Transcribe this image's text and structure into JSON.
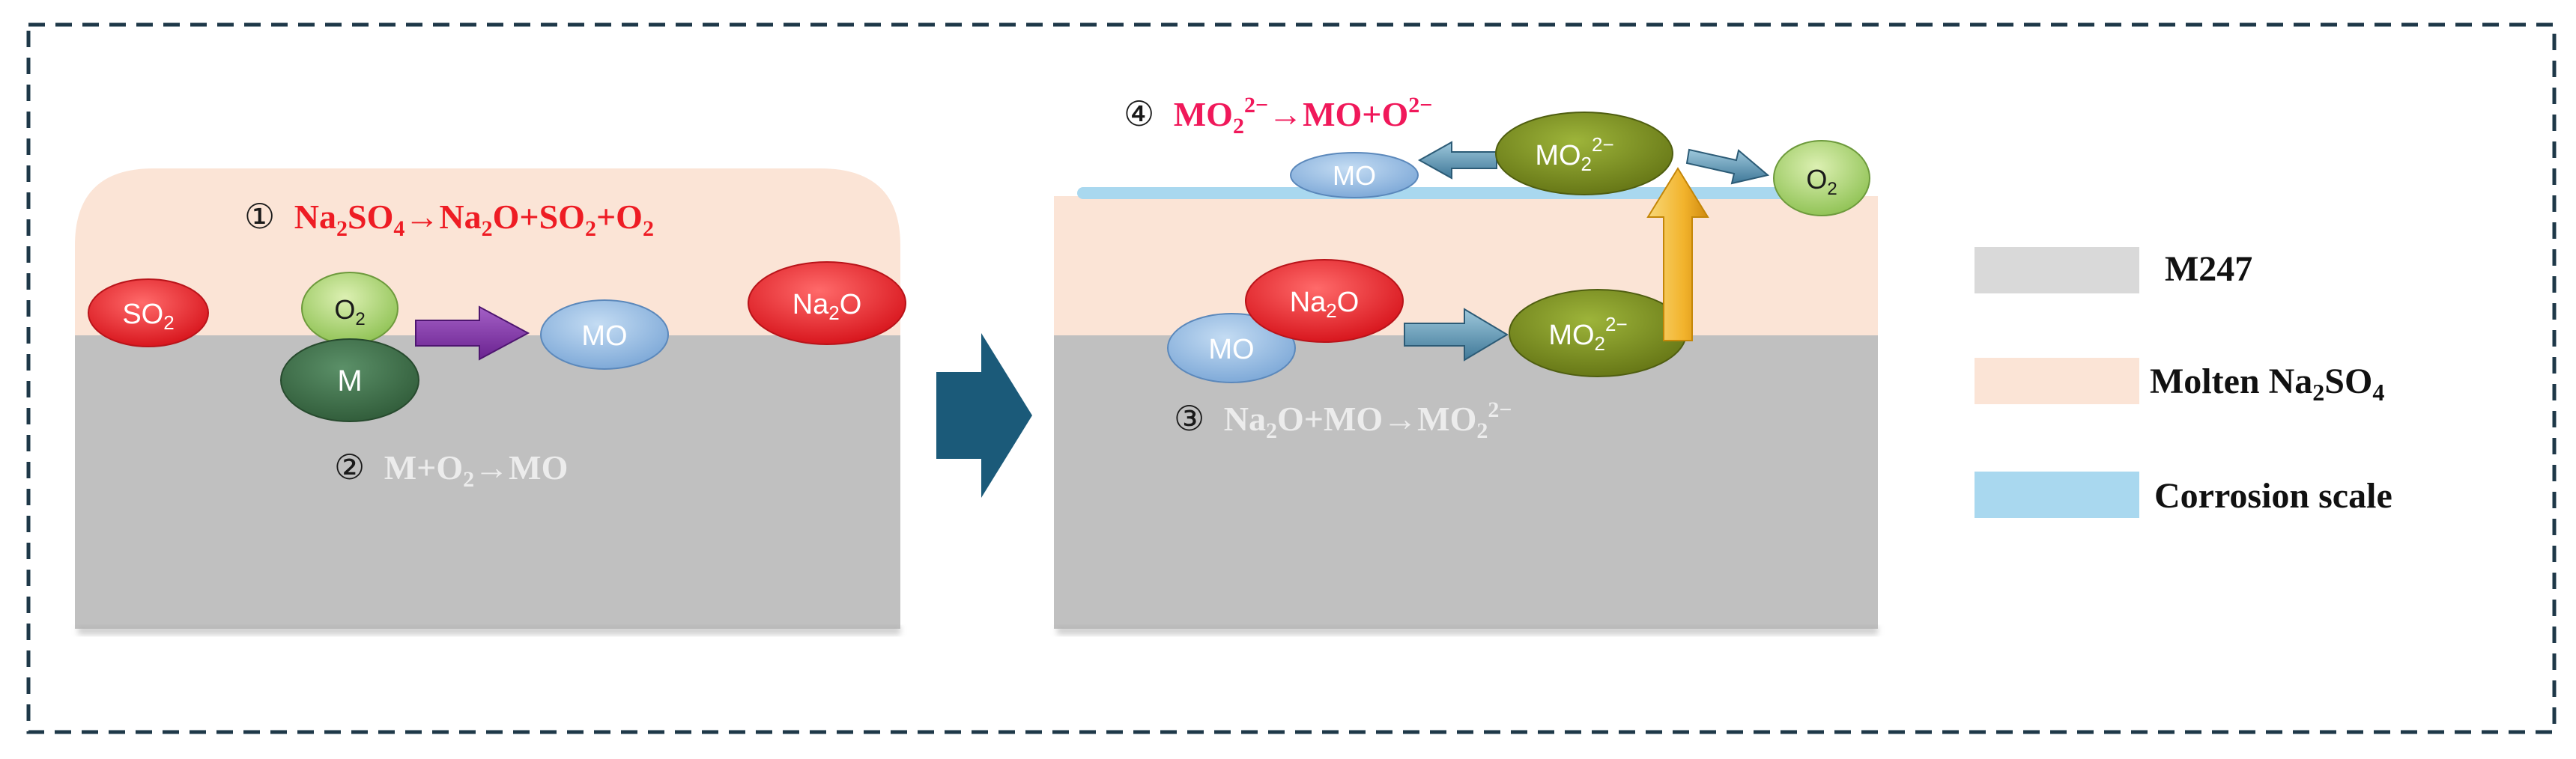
{
  "colors": {
    "frame": "#1e3848",
    "substrate": "#c0c0c0",
    "molten_salt": "#fbe4d6",
    "corrosion_scale": "#a9d8ef",
    "red": "#ee1c24",
    "pink": "#f0185a",
    "white_text": "#ffffff",
    "olive": "#7a8c1c",
    "dark_green": "#3f6f48",
    "light_green": "#a9d46f",
    "light_blue": "#8fb8e2",
    "purple": "#7a2f9f",
    "teal_arrow": "#1b5a79",
    "gold": "#f0b22a"
  },
  "left_panel": {
    "reaction1": {
      "num": "①",
      "parts": [
        "Na",
        "2",
        "SO",
        "4",
        "→Na",
        "2",
        "O+SO",
        "2",
        "+O",
        "2"
      ]
    },
    "reaction2": {
      "num": "②",
      "parts": [
        "M+O",
        "2",
        "→MO"
      ]
    },
    "species": {
      "so2": [
        "SO",
        "2"
      ],
      "o2": [
        "O",
        "2"
      ],
      "m": "M",
      "mo": "MO",
      "na2o": [
        "Na",
        "2",
        "O"
      ]
    }
  },
  "right_panel": {
    "reaction3": {
      "num": "③",
      "parts": [
        "Na",
        "2",
        "O+MO→MO",
        "2",
        "2−"
      ]
    },
    "reaction4": {
      "num": "④",
      "parts": [
        "MO",
        "2",
        "2−",
        "→MO+O",
        "2−"
      ]
    },
    "species": {
      "mo_scale": "MO",
      "mo2_top": [
        "MO",
        "2",
        "2−"
      ],
      "o2": [
        "O",
        "2"
      ],
      "mo": "MO",
      "na2o": [
        "Na",
        "2",
        "O"
      ],
      "mo2": [
        "MO",
        "2",
        "2−"
      ]
    }
  },
  "legend": [
    {
      "label": "M247",
      "color": "#c0c0c0"
    },
    {
      "label": "Molten Na",
      "sub": "2",
      "tail": "SO",
      "sub2": "4",
      "color": "#fbe4d6"
    },
    {
      "label": "Corrosion scale",
      "color": "#a9d8ef"
    }
  ]
}
